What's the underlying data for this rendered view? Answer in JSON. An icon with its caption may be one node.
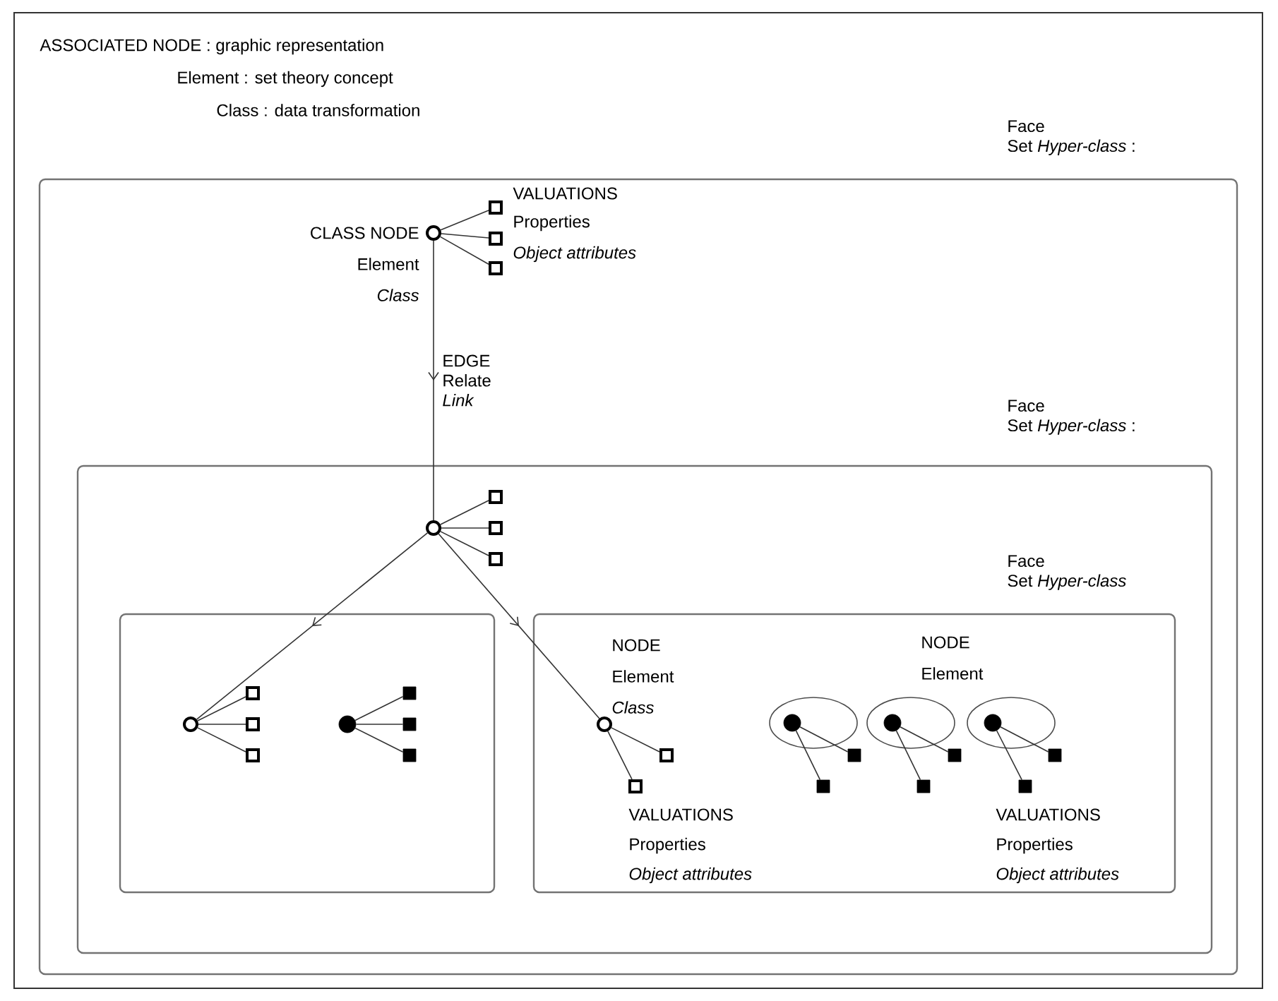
{
  "diagram": {
    "nodes": [
      {
        "text": [
          "Face",
          "Set *Hyper-class* :"
        ]
      },
      {
        "text": [],
        "shape": "circle",
        "in": 0,
        "beside": [
          "CLASS NODE",
          "Element",
          "Class"
        ]
      },
      {
        "text": [],
        "shape": "box",
        "in": 0
      },
      {
        "text": [],
        "shape": "box",
        "in": 0
      },
      {
        "text": [],
        "shape": "box",
        "in": 0
      },
      {
        "text": [
          "Face",
          "Set *Hyper-class* :"
        ],
        "in": 0
      },
      {
        "text": [],
        "shape": "circle",
        "in": 5
      },
      {
        "text": [],
        "shape": "box",
        "in": 5
      },
      {
        "text": [],
        "shape": "box",
        "in": 5
      },
      {
        "text": [],
        "shape": "box",
        "in": 5
      },
      {
        "text": [],
        "shape": "box",
        "in": 5
      },
      {
        "text": [],
        "shape": "circle",
        "in": 10
      },
      {
        "text": [],
        "shape": "box",
        "in": 10
      },
      {
        "text": [],
        "shape": "box",
        "in": 10
      },
      {
        "text": [],
        "shape": "box",
        "in": 10
      },
      {
        "text": [],
        "shape": "circle",
        "in": 10
      },
      {
        "text": [],
        "shape": "box",
        "in": 10
      },
      {
        "text": [],
        "shape": "box",
        "in": 10
      },
      {
        "text": [],
        "shape": "box",
        "in": 10
      },
      {
        "text": [
          "Face",
          "Set *Hyper-class*"
        ],
        "in": 5
      },
      {
        "text": [],
        "shape": "circle",
        "in": 19,
        "beside": [
          "NODE",
          "Element",
          "Class"
        ]
      },
      {
        "text": [],
        "shape": "box",
        "in": 19
      },
      {
        "text": [],
        "shape": "box",
        "in": 19
      },
      {
        "text": [],
        "shape": "ellipse",
        "in": 19
      },
      {
        "text": [],
        "shape": "circle",
        "in": 23
      },
      {
        "text": [],
        "shape": "box",
        "in": 19
      },
      {
        "text": [],
        "shape": "box",
        "in": 19
      },
      {
        "text": [],
        "shape": "ellipse",
        "in": 19
      },
      {
        "text": [],
        "shape": "circle",
        "in": 27
      },
      {
        "text": [],
        "shape": "box",
        "in": 19
      },
      {
        "text": [],
        "shape": "box",
        "in": 19
      },
      {
        "text": [],
        "shape": "ellipse",
        "in": 19
      },
      {
        "text": [],
        "shape": "circle",
        "in": 31
      },
      {
        "text": [],
        "shape": "box",
        "in": 19
      },
      {
        "text": [],
        "shape": "box",
        "in": 19
      }
    ],
    "edges": [
      {
        "from": 1,
        "to": 6,
        "arrow": "to",
        "label": "EDGE Relate *Link*"
      },
      {
        "from": 1,
        "to": 2,
        "arrow": "none"
      },
      {
        "from": 1,
        "to": 3,
        "arrow": "none"
      },
      {
        "from": 1,
        "to": 4,
        "arrow": "none"
      },
      {
        "from": 6,
        "to": 7,
        "arrow": "none"
      },
      {
        "from": 6,
        "to": 8,
        "arrow": "none"
      },
      {
        "from": 6,
        "to": 9,
        "arrow": "none"
      },
      {
        "from": 6,
        "to": 11,
        "arrow": "to"
      },
      {
        "from": 6,
        "to": 20,
        "arrow": "to"
      },
      {
        "from": 11,
        "to": 12,
        "arrow": "none"
      },
      {
        "from": 11,
        "to": 13,
        "arrow": "none"
      },
      {
        "from": 11,
        "to": 14,
        "arrow": "none"
      },
      {
        "from": 15,
        "to": 16,
        "arrow": "none"
      },
      {
        "from": 15,
        "to": 17,
        "arrow": "none"
      },
      {
        "from": 15,
        "to": 18,
        "arrow": "none"
      },
      {
        "from": 20,
        "to": 21,
        "arrow": "none"
      },
      {
        "from": 20,
        "to": 22,
        "arrow": "none"
      },
      {
        "from": 24,
        "to": 25,
        "arrow": "none"
      },
      {
        "from": 24,
        "to": 26,
        "arrow": "none"
      },
      {
        "from": 28,
        "to": 29,
        "arrow": "none"
      },
      {
        "from": 28,
        "to": 30,
        "arrow": "none"
      },
      {
        "from": 32,
        "to": 33,
        "arrow": "none"
      },
      {
        "from": 32,
        "to": 34,
        "arrow": "none"
      }
    ],
    "labels": [
      "ASSOCIATED NODE : graphic representation",
      "Element : set theory concept",
      "Class : data transformation",
      "VALUATIONS",
      "Properties",
      "Object attributes",
      "NODE",
      "Element",
      "VALUATIONS",
      "Properties",
      "Object attributes",
      "VALUATIONS",
      "Properties",
      "Object attributes"
    ]
  }
}
